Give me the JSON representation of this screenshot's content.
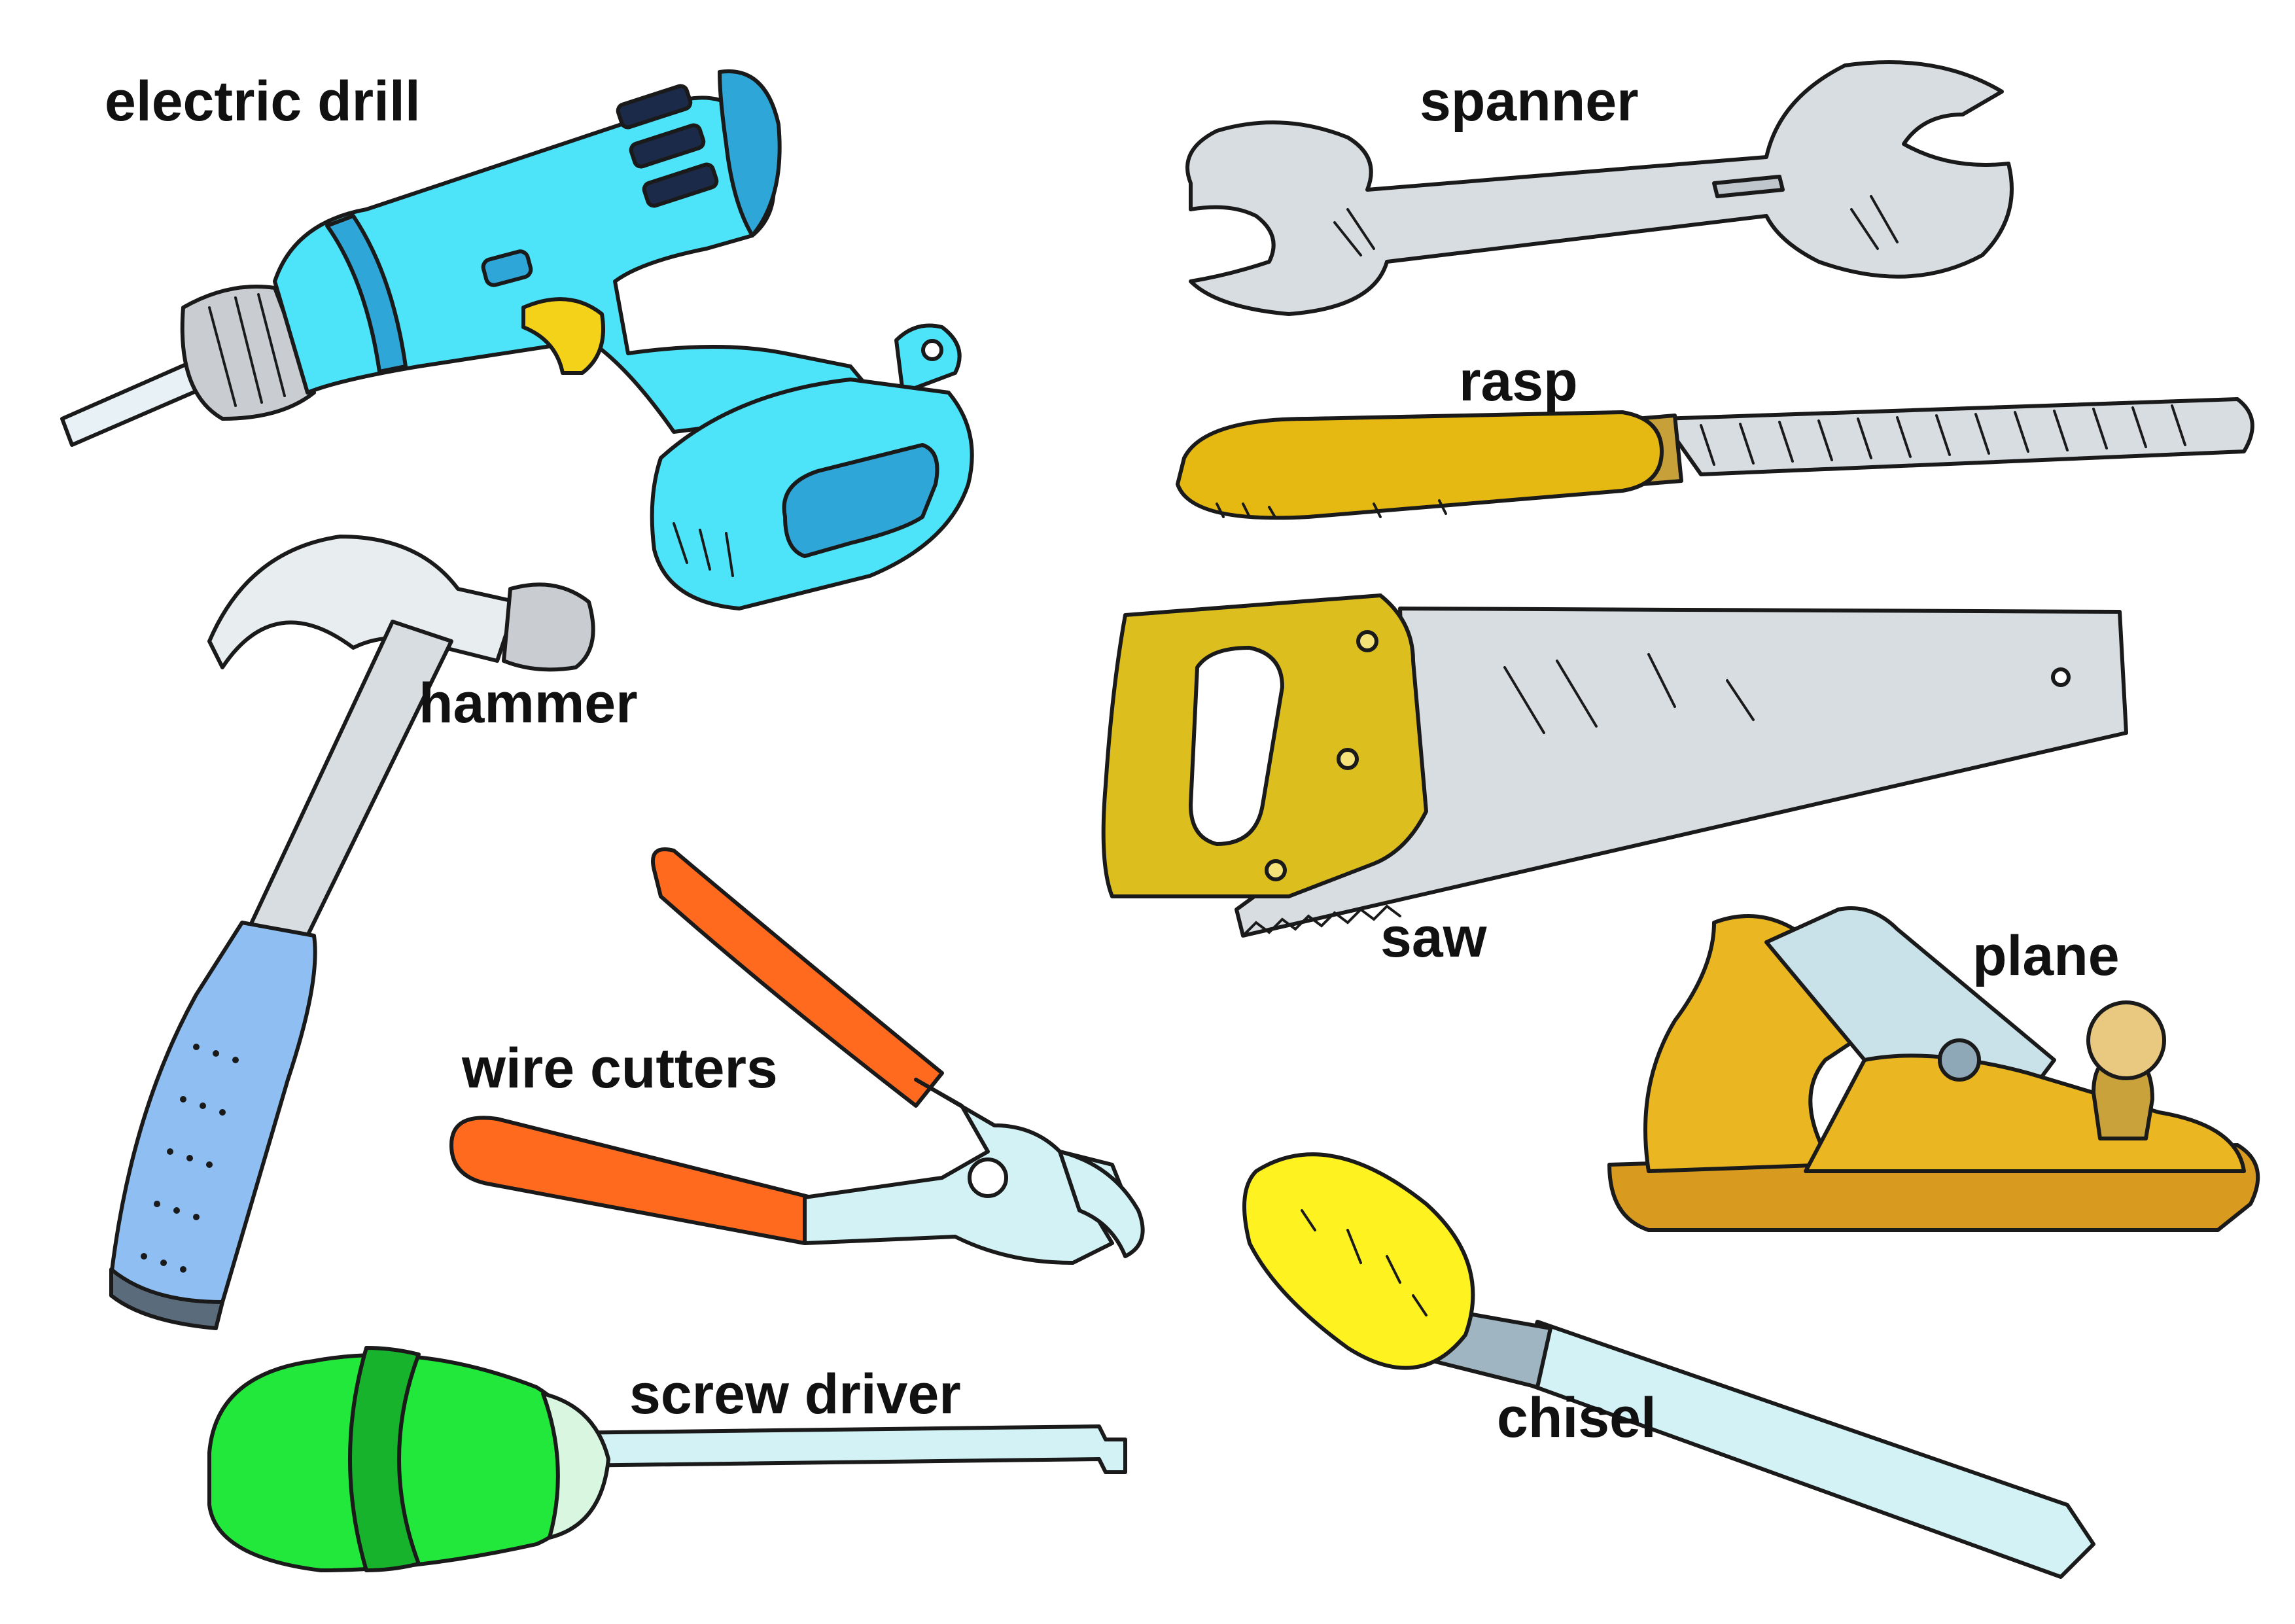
{
  "labels": {
    "electric_drill": "electric drill",
    "spanner": "spanner",
    "rasp": "rasp",
    "hammer": "hammer",
    "saw": "saw",
    "plane": "plane",
    "wire_cutters": "wire cutters",
    "screw_driver": "screw driver",
    "chisel": "chisel"
  },
  "colors": {
    "drill": "#4de3f8",
    "drill_dark": "#2ea7d8",
    "trigger": "#f5d21a",
    "metal": "#d8dde2",
    "metal_light": "#d2f2f5",
    "wood": "#e6b912",
    "saw_handle": "#dcbf1e",
    "hammer_grip": "#8fbff2",
    "cutter_grip": "#ff6a1e",
    "screwdriver_handle": "#22e83c",
    "chisel_handle": "#fff221",
    "plane_body": "#eab722"
  },
  "icons": {
    "electric_drill": "electric-drill-icon",
    "spanner": "spanner-icon",
    "rasp": "rasp-icon",
    "hammer": "hammer-icon",
    "saw": "saw-icon",
    "plane": "plane-icon",
    "wire_cutters": "wire-cutters-icon",
    "screw_driver": "screw-driver-icon",
    "chisel": "chisel-icon"
  }
}
